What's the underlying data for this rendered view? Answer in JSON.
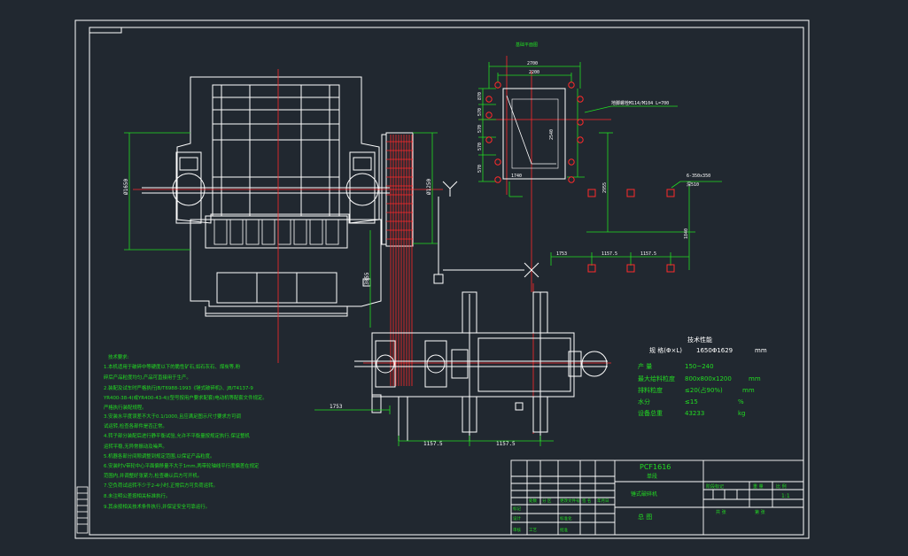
{
  "colors": {
    "background": "#212830",
    "line": "#ffffff",
    "dimension": "#22dd22",
    "centerline": "#ff2a2a",
    "text": "#ffffff",
    "notes": "#22dd22"
  },
  "top_right_title": "基础平面图",
  "foundation_dims": {
    "d_top1": "2700",
    "d_top2": "2200",
    "bolt_note": "地脚螺栓M114/M104 L=700",
    "d_vert": "2540",
    "d_1740": "1740",
    "d_2955": "2955",
    "d_1840": "1840",
    "hole_note_1": "6-350x350",
    "hole_note_2": "深510",
    "d_1753": "1753",
    "d_11575a": "1157.5",
    "d_11575b": "1157.5",
    "side_d1": "870",
    "side_d2": "570",
    "side_d3": "570",
    "side_d4": "570",
    "side_d5": "570"
  },
  "front_dims": {
    "d_left": "Ø1650",
    "d_pulley": "Ø1250",
    "d_3055": "3055"
  },
  "bottom_dims": {
    "d_1753": "1753",
    "d_11575a": "1157.5",
    "d_11575b": "1157.5"
  },
  "notes": {
    "title": "技术要求:",
    "lines": [
      "1.本机适用于破碎中等硬度以下的脆性矿石,如石灰石、煤炭等,粉",
      "  碎后产品粒度均匀,产品可直接用于生产。",
      "2.装配及试车时严格执行JB/T6988-1993《锤式破碎机》、JB/T4137-9",
      "  YR400-38-4(或YR400-43-4)(型号按用户要求配套)电动机等配套文件规定。",
      "  严格执行装配规程。",
      "3.安装水平度误差不大于0.1/1000,且应满足图示尺寸要求方可调",
      "  试运转,检查各部件是否正常。",
      "4.转子部分装配后进行静平衡试验,允许不平衡量按规定执行,保证整机",
      "  运转平稳,无异常振动及噪声。",
      "5.机器各部分间隙调整到规定范围,以保证产品粒度。",
      "6.安装时V带轮中心平面偏移量不大于1mm,两带轮轴线平行度偏差在规定",
      "  范围内,并调整好张紧力,检查确认后方可开机。",
      "7.空负荷试运转不少于2-4小时,正常后方可负荷运转。",
      "8.未注明公差按相关标准执行。",
      "9.其余按相关技术条件执行,并保证安全可靠运行。"
    ]
  },
  "specs": {
    "title": "技术性能",
    "rows": [
      {
        "label": "规 格(Φ×L)",
        "value": "1650Φ1629",
        "unit": "mm"
      },
      {
        "label": "产 量",
        "value": "150~240",
        "unit": ""
      },
      {
        "label": "最大给料粒度",
        "value": "800x800x1200",
        "unit": "mm"
      },
      {
        "label": "排料粒度",
        "value": "≤20(占90%)",
        "unit": "mm"
      },
      {
        "label": "水分",
        "value": "≤15",
        "unit": "%"
      },
      {
        "label": "设备总重",
        "value": "43233",
        "unit": "kg"
      }
    ]
  },
  "title_block": {
    "model": "PCF1616",
    "sub_model": "单段",
    "machine_name": "锤式破碎机",
    "drawing_name": "总  图",
    "scale": "1:1",
    "scale_header": "比 例",
    "stage_header": "阶段标记",
    "weight_header": "重 量",
    "sheet_label": "共  张",
    "sheet_label2": "第  张",
    "designer": "标记",
    "design_label": "设计",
    "std_label": "标准化",
    "count_label": "处数",
    "file_label": "分 区",
    "change_label": "更改文件号",
    "sign_label": "签 名",
    "date_label": "年月日",
    "review_label": "审核",
    "craft_label": "工艺",
    "approve_label": "批准"
  }
}
